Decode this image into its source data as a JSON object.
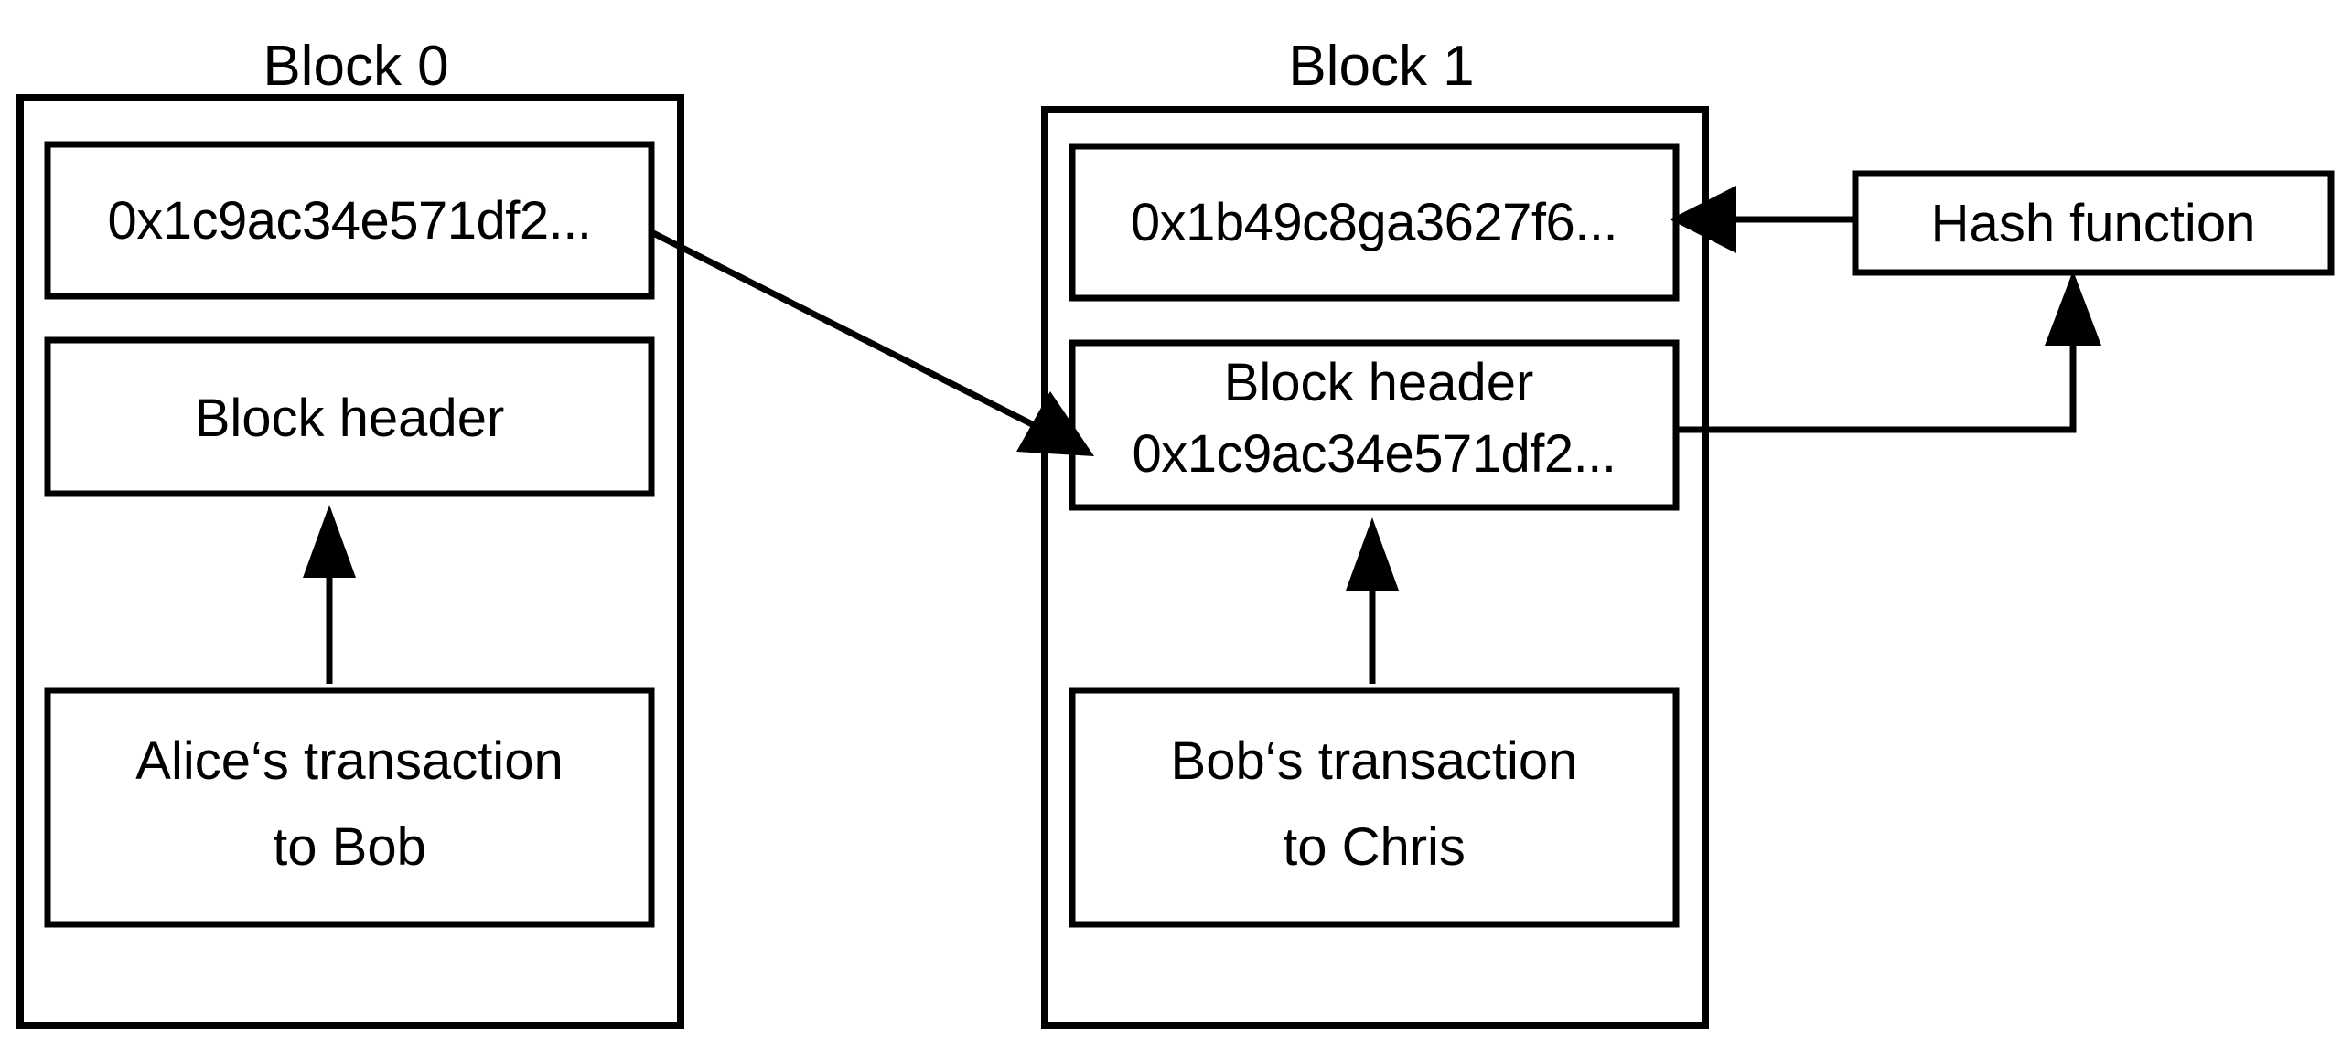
{
  "diagram": {
    "title_block0": "Block 0",
    "title_block1": "Block 1",
    "block0": {
      "hash_value": "0x1c9ac34e571df2...",
      "header_label": "Block header",
      "transaction_line1": "Alice‘s transaction",
      "transaction_line2": "to Bob"
    },
    "block1": {
      "hash_value": "0x1b49c8ga3627f6...",
      "header_label": "Block header",
      "header_hash_value": "0x1c9ac34e571df2...",
      "transaction_line1": "Bob‘s transaction",
      "transaction_line2": "to Chris"
    },
    "hash_function": {
      "label": "Hash function"
    },
    "colors": {
      "stroke": "#000000",
      "fill": "#ffffff",
      "text": "#000000"
    }
  }
}
